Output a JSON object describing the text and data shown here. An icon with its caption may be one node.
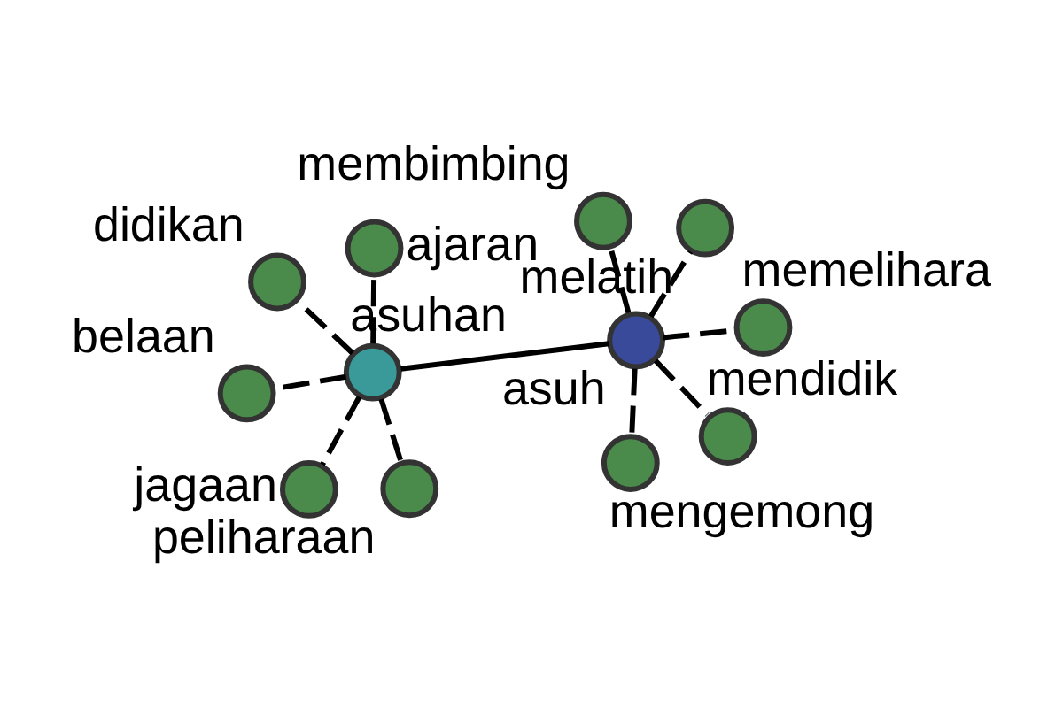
{
  "diagram": {
    "nodes": [
      {
        "text": [
          "didikan"
        ]
      },
      {
        "text": [
          "melatih"
        ]
      },
      {
        "text": [
          "mengemong"
        ]
      },
      {
        "text": [
          "asuhan"
        ]
      },
      {
        "text": [
          "asuh"
        ]
      },
      {
        "text": [
          "membimbing"
        ]
      },
      {
        "text": [
          "belaan"
        ]
      },
      {
        "text": [
          "memelihara"
        ]
      },
      {
        "text": [
          "jagaan"
        ]
      },
      {
        "text": [
          "peliharaan"
        ]
      },
      {
        "text": [
          "mendidik"
        ]
      },
      {
        "text": [
          "ajaran"
        ]
      }
    ],
    "edges": [
      {
        "from": 3,
        "to": 4,
        "arrow": "none"
      },
      {
        "from": 3,
        "to": 0,
        "arrow": "none",
        "style": "dashed"
      },
      {
        "from": 3,
        "to": 6,
        "arrow": "none",
        "style": "dashed"
      },
      {
        "from": 3,
        "to": 8,
        "arrow": "none",
        "style": "dashed"
      },
      {
        "from": 3,
        "to": 11,
        "arrow": "none",
        "style": "dashed"
      },
      {
        "from": 3,
        "to": 9,
        "arrow": "none",
        "style": "dashed"
      },
      {
        "from": 4,
        "to": 1,
        "arrow": "none",
        "style": "dashed"
      },
      {
        "from": 4,
        "to": 2,
        "arrow": "none",
        "style": "dashed"
      },
      {
        "from": 4,
        "to": 5,
        "arrow": "none",
        "style": "dashed"
      },
      {
        "from": 4,
        "to": 7,
        "arrow": "none",
        "style": "dashed"
      },
      {
        "from": 4,
        "to": 10,
        "arrow": "none",
        "style": "dashed"
      }
    ]
  }
}
